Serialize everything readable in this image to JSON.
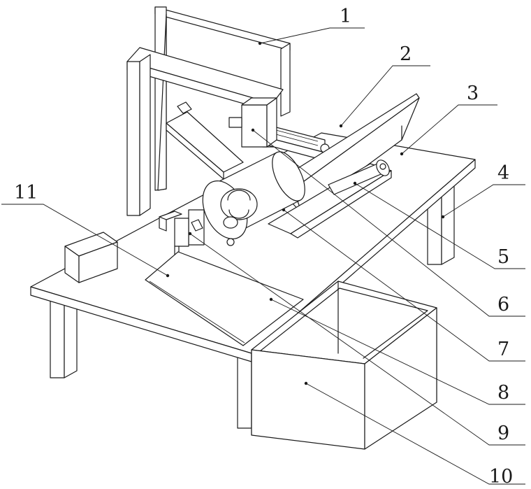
{
  "callouts": [
    {
      "id": "callout-1",
      "number": "1"
    },
    {
      "id": "callout-2",
      "number": "2"
    },
    {
      "id": "callout-3",
      "number": "3"
    },
    {
      "id": "callout-4",
      "number": "4"
    },
    {
      "id": "callout-5",
      "number": "5"
    },
    {
      "id": "callout-6",
      "number": "6"
    },
    {
      "id": "callout-7",
      "number": "7"
    },
    {
      "id": "callout-8",
      "number": "8"
    },
    {
      "id": "callout-9",
      "number": "9"
    },
    {
      "id": "callout-10",
      "number": "10"
    },
    {
      "id": "callout-11",
      "number": "11"
    }
  ],
  "colors": {
    "line": "#1a1a1a",
    "background": "#ffffff"
  }
}
